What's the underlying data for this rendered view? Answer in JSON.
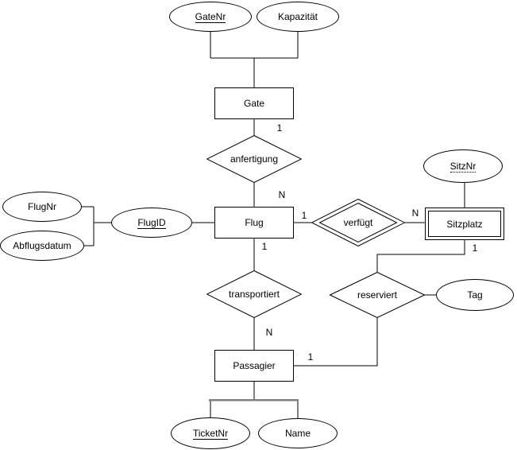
{
  "diagram": {
    "type": "entity-relationship",
    "language": "de",
    "background": "#ffffff"
  },
  "colors": {
    "stroke": "#000000",
    "text": "#000000",
    "background": "#ffffff",
    "splitter_gray": "#808080"
  },
  "nodes": {
    "gate": {
      "type": "entity",
      "label": "Gate"
    },
    "flug": {
      "type": "entity",
      "label": "Flug"
    },
    "sitzplatz": {
      "type": "entity",
      "label": "Sitzplatz",
      "weak": true
    },
    "passagier": {
      "type": "entity",
      "label": "Passagier"
    },
    "anfertigung": {
      "type": "relationship",
      "label": "anfertigung"
    },
    "verfuegt": {
      "type": "relationship",
      "label": "verfügt",
      "identifying": true
    },
    "transportiert": {
      "type": "relationship",
      "label": "transportiert"
    },
    "reserviert": {
      "type": "relationship",
      "label": "reserviert"
    },
    "gatenr": {
      "type": "attribute",
      "label": "GateNr",
      "key": "primary"
    },
    "kapazitaet": {
      "type": "attribute",
      "label": "Kapazität"
    },
    "flugnr": {
      "type": "attribute",
      "label": "FlugNr"
    },
    "abflugsdatum": {
      "type": "attribute",
      "label": "Abflugsdatum"
    },
    "flugid": {
      "type": "attribute",
      "label": "FlugID",
      "key": "primary"
    },
    "sitznr": {
      "type": "attribute",
      "label": "SitzNr",
      "key": "partial"
    },
    "tag": {
      "type": "attribute",
      "label": "Tag"
    },
    "ticketnr": {
      "type": "attribute",
      "label": "TicketNr",
      "key": "primary"
    },
    "name": {
      "type": "attribute",
      "label": "Name"
    }
  },
  "cardinalities": {
    "gate_anfertigung": "1",
    "anfertigung_flug": "N",
    "flug_verfuegt": "1",
    "verfuegt_sitzplatz": "N",
    "flug_transportiert": "1",
    "transportiert_passagier": "N",
    "sitzplatz_reserviert": "1",
    "passagier_reserviert": "1"
  },
  "edges": [
    {
      "from": "GateNr",
      "to": "Gate"
    },
    {
      "from": "Kapazität",
      "to": "Gate"
    },
    {
      "from": "Gate",
      "to": "anfertigung",
      "cardinality": "1"
    },
    {
      "from": "anfertigung",
      "to": "Flug",
      "cardinality": "N"
    },
    {
      "from": "FlugNr",
      "to": "Flug"
    },
    {
      "from": "Abflugsdatum",
      "to": "Flug"
    },
    {
      "from": "FlugID",
      "to": "Flug"
    },
    {
      "from": "Flug",
      "to": "verfügt",
      "cardinality": "1"
    },
    {
      "from": "verfügt",
      "to": "Sitzplatz",
      "cardinality": "N"
    },
    {
      "from": "SitzNr",
      "to": "Sitzplatz"
    },
    {
      "from": "Sitzplatz",
      "to": "reserviert",
      "cardinality": "1"
    },
    {
      "from": "reserviert",
      "to": "Tag"
    },
    {
      "from": "Flug",
      "to": "transportiert",
      "cardinality": "1"
    },
    {
      "from": "transportiert",
      "to": "Passagier",
      "cardinality": "N"
    },
    {
      "from": "Passagier",
      "to": "reserviert",
      "cardinality": "1"
    },
    {
      "from": "Passagier",
      "to": "TicketNr"
    },
    {
      "from": "Passagier",
      "to": "Name"
    }
  ]
}
